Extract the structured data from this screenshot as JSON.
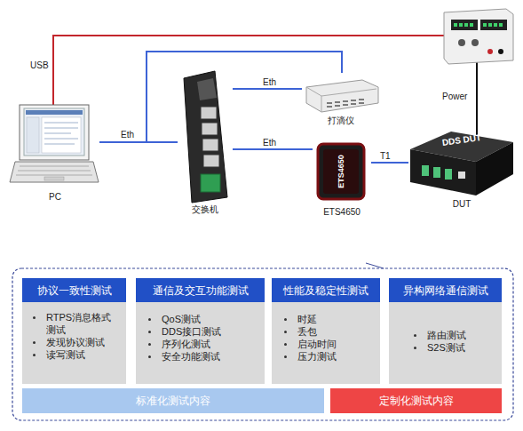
{
  "diagram": {
    "nodes": [
      {
        "text": [
          "PC"
        ]
      },
      {
        "text": [
          "交换机"
        ]
      },
      {
        "text": [
          "打滴仪"
        ]
      },
      {
        "text": [
          "ETS4650",
          "ETS4650"
        ]
      },
      {
        "text": [
          "DDS DUT",
          "DUT"
        ]
      },
      {
        "text": [
          "协议一致性测试"
        ]
      },
      {
        "text": [
          "RTPS消息格式 测试",
          "发现协议测试",
          "读写测试"
        ]
      },
      {
        "text": [
          "通信及交互功能测试"
        ]
      },
      {
        "text": [
          "QoS测试",
          "DDS接口测试",
          "序列化测试",
          "安全功能测试"
        ]
      },
      {
        "text": [
          "性能及稳定性测试"
        ]
      },
      {
        "text": [
          "时延",
          "丢包",
          "启动时间",
          "压力测试"
        ]
      },
      {
        "text": [
          "异构网络通信测试"
        ]
      },
      {
        "text": [
          "路由测试",
          "S2S测试"
        ]
      },
      {
        "text": [
          "标准化测试内容"
        ]
      },
      {
        "text": [
          "定制化测试内容"
        ]
      }
    ],
    "edges": [
      {
        "from": 0,
        "to": 1,
        "label": "Eth",
        "arrow": "none"
      },
      {
        "from": 0,
        "to": 2,
        "arrow": "none"
      },
      {
        "from": 1,
        "to": 2,
        "label": "Eth",
        "arrow": "none"
      },
      {
        "from": 1,
        "to": 3,
        "label": "Eth",
        "arrow": "none"
      },
      {
        "from": 3,
        "to": 4,
        "label": "T1",
        "arrow": "none"
      }
    ],
    "labels": [
      "USB",
      "Power"
    ]
  }
}
